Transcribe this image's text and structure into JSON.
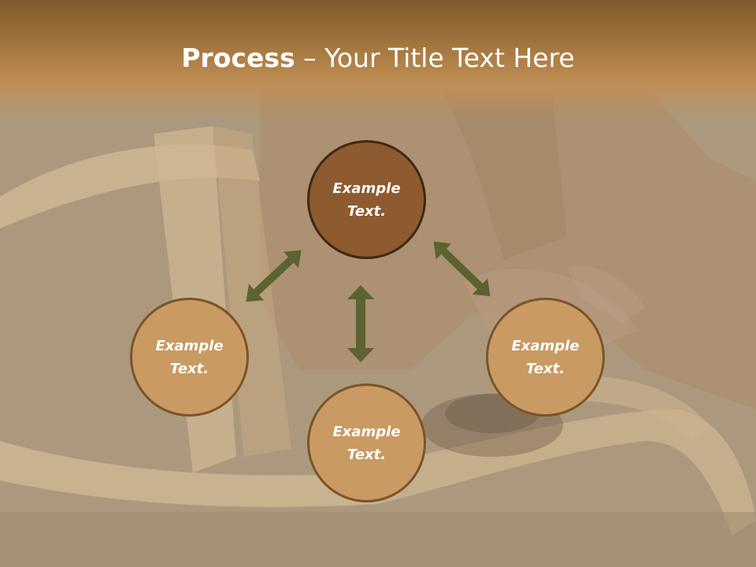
{
  "title": {
    "bold": "Process",
    "rest": " – Your Title Text Here"
  },
  "circles": {
    "top": "Example Text.",
    "left": "Example Text.",
    "right": "Example Text.",
    "bottom": "Example Text."
  },
  "colors": {
    "header": "#a97b43",
    "circle_light": "#c99a62",
    "circle_dark": "#8e5a2f",
    "arrow": "#5c6230"
  }
}
